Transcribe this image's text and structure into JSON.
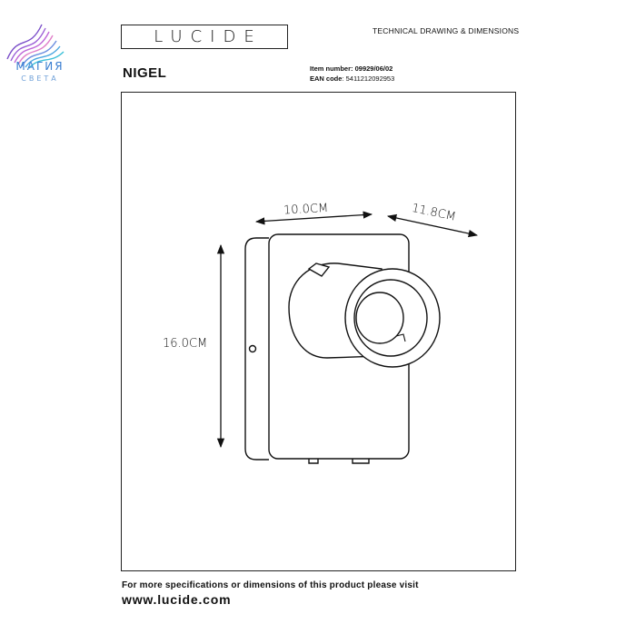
{
  "watermark": {
    "name": "МАГИЯ",
    "sub": "СВЕТА"
  },
  "brand": {
    "logo_text": "LUCIDE"
  },
  "header": {
    "title": "TECHNICAL DRAWING & DIMENSIONS"
  },
  "product": {
    "name": "NIGEL",
    "item_label": "Item number",
    "item_number": "09929/06/02",
    "ean_label": "EAN code",
    "ean_code": "5411212092953"
  },
  "dimensions": {
    "width": "10.0CM",
    "depth": "11.8CM",
    "height": "16.0CM"
  },
  "footer": {
    "note": "For more specifications or dimensions of this product please visit",
    "url": "www.lucide.com"
  }
}
